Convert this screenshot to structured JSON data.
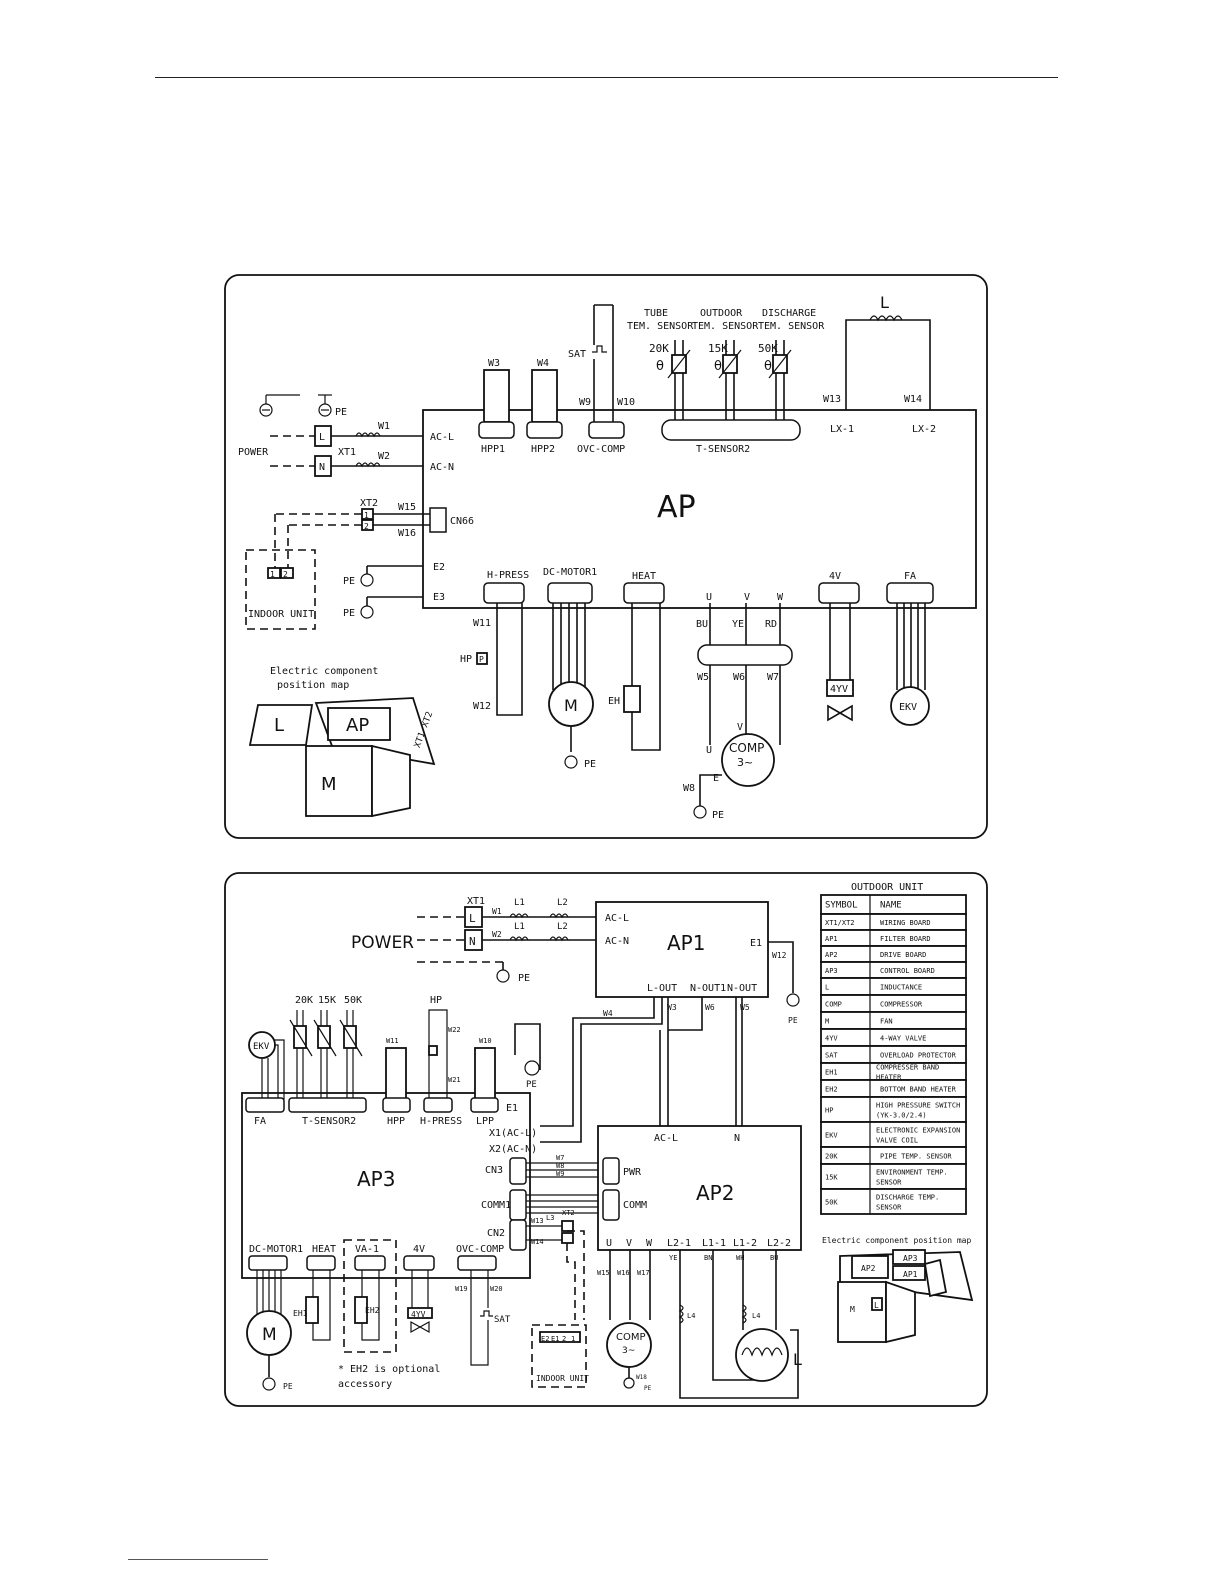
{
  "diagram1": {
    "ap": "AP",
    "power": "POWER",
    "xt1": "XT1",
    "xt2": "XT2",
    "term_l": "L",
    "term_n": "N",
    "w1": "W1",
    "w2": "W2",
    "w3": "W3",
    "w4": "W4",
    "w5": "W5",
    "w6": "W6",
    "w7": "W7",
    "w8": "W8",
    "w9": "W9",
    "w10": "W10",
    "w11": "W11",
    "w12": "W12",
    "w13": "W13",
    "w14": "W14",
    "w15": "W15",
    "w16": "W16",
    "ac_l": "AC-L",
    "ac_n": "AC-N",
    "hpp1": "HPP1",
    "hpp2": "HPP2",
    "ovc_comp": "OVC-COMP",
    "t_sensor2": "T-SENSOR2",
    "lx1": "LX-1",
    "lx2": "LX-2",
    "cn66": "CN66",
    "e2": "E2",
    "e3": "E3",
    "pe": "PE",
    "indoor_unit": "INDOOR UNIT",
    "term_1": "1",
    "term_2": "2",
    "h_press": "H-PRESS",
    "dc_motor1": "DC-MOTOR1",
    "heat": "HEAT",
    "u": "U",
    "v": "V",
    "w": "W",
    "bu": "BU",
    "ye": "YE",
    "rd": "RD",
    "c4v": "4V",
    "fa": "FA",
    "yv4": "4YV",
    "ekv": "EKV",
    "comp": "COMP",
    "comp_phase": "3~",
    "e": "E",
    "hp": "HP",
    "p": "P",
    "motor": "M",
    "eh": "EH",
    "sat": "SAT",
    "tube": "TUBE",
    "outdoor": "OUTDOOR",
    "discharge": "DISCHARGE",
    "tem_sensor": "TEM. SENSOR",
    "r20k": "20K",
    "r15k": "15K",
    "r50k": "50K",
    "theta": "θ",
    "inductor": "L",
    "ecp_line1": "Electric component",
    "ecp_line2": "position map",
    "map_l": "L",
    "map_ap": "AP",
    "map_m": "M",
    "map_xt": "XT1 XT2"
  },
  "diagram2": {
    "power": "POWER",
    "xt1": "XT1",
    "xt2": "XT2",
    "l": "L",
    "n": "N",
    "w1": "W1",
    "w2": "W2",
    "w3": "W3",
    "w4": "W4",
    "w5": "W5",
    "w6": "W6",
    "w7": "W7",
    "w8": "W8",
    "w9": "W9",
    "w10": "W10",
    "w11": "W11",
    "w12": "W12",
    "w13": "W13",
    "w14": "W14",
    "w15": "W15",
    "w16": "W16",
    "w17": "W17",
    "w18": "W18",
    "w19": "W19",
    "w20": "W20",
    "w21": "W21",
    "w22": "W22",
    "l1": "L1",
    "l2": "L2",
    "l3": "L3",
    "l4": "L4",
    "ap1": "AP1",
    "ap2": "AP2",
    "ap3": "AP3",
    "ac_l": "AC-L",
    "ac_n": "AC-N",
    "e1": "E1",
    "pe": "PE",
    "l_out": "L-OUT",
    "n_out1": "N-OUT1",
    "n_out": "N-OUT",
    "ekv": "EKV",
    "r20k": "20K",
    "r15k": "15K",
    "r50k": "50K",
    "hp": "HP",
    "fa": "FA",
    "t_sensor2": "T-SENSOR2",
    "hpp": "HPP",
    "h_press": "H-PRESS",
    "lpp": "LPP",
    "x1": "X1(AC-L)",
    "x2": "X2(AC-N)",
    "cn3": "CN3",
    "comm1": "COMM1",
    "cn2": "CN2",
    "pwr": "PWR",
    "comm": "COMM",
    "ap2_ac_l": "AC-L",
    "ap2_n": "N",
    "u": "U",
    "v": "V",
    "w": "W",
    "l2_1": "L2-1",
    "l1_1": "L1-1",
    "l1_2": "L1-2",
    "l2_2": "L2-2",
    "ye": "YE",
    "bn": "BN",
    "wh": "WH",
    "bu": "BU",
    "dc_motor1": "DC-MOTOR1",
    "heat": "HEAT",
    "va1": "VA-1",
    "c4v": "4V",
    "ovc_comp": "OVC-COMP",
    "eh1": "EH1",
    "eh2": "EH2",
    "yv4": "4YV",
    "sat": "SAT",
    "motor": "M",
    "comp": "COMP",
    "comp_phase": "3~",
    "indoor_unit": "INDOOR UNIT",
    "indoor_terms": [
      "E2",
      "E1",
      "2",
      "1"
    ],
    "inductor": "L",
    "note1": "* EH2 is optional",
    "note2": "accessory",
    "ecp_title": "Electric component position map",
    "map_ap2": "AP2",
    "map_ap3": "AP3",
    "map_ap1": "AP1",
    "map_m": "M",
    "map_l": "L",
    "legend_title": "OUTDOOR UNIT",
    "legend_headers": [
      "SYMBOL",
      "NAME"
    ],
    "legend_rows": [
      [
        "XT1/XT2",
        "WIRING BOARD"
      ],
      [
        "AP1",
        "FILTER BOARD"
      ],
      [
        "AP2",
        "DRIVE BOARD"
      ],
      [
        "AP3",
        "CONTROL BOARD"
      ],
      [
        "L",
        "INDUCTANCE"
      ],
      [
        "COMP",
        "COMPRESSOR"
      ],
      [
        "M",
        "FAN"
      ],
      [
        "4YV",
        "4-WAY VALVE"
      ],
      [
        "SAT",
        "OVERLOAD PROTECTOR"
      ],
      [
        "EH1",
        "COMPRESSER BAND HEATER"
      ],
      [
        "EH2",
        "BOTTOM BAND HEATER"
      ],
      [
        "HP",
        "HIGH PRESSURE SWITCH (YK-3.0/2.4)"
      ],
      [
        "EKV",
        "ELECTRONIC EXPANSION VALVE COIL"
      ],
      [
        "20K",
        "PIPE TEMP. SENSOR"
      ],
      [
        "15K",
        "ENVIRONMENT TEMP. SENSOR"
      ],
      [
        "50K",
        "DISCHARGE TEMP. SENSOR"
      ]
    ]
  }
}
